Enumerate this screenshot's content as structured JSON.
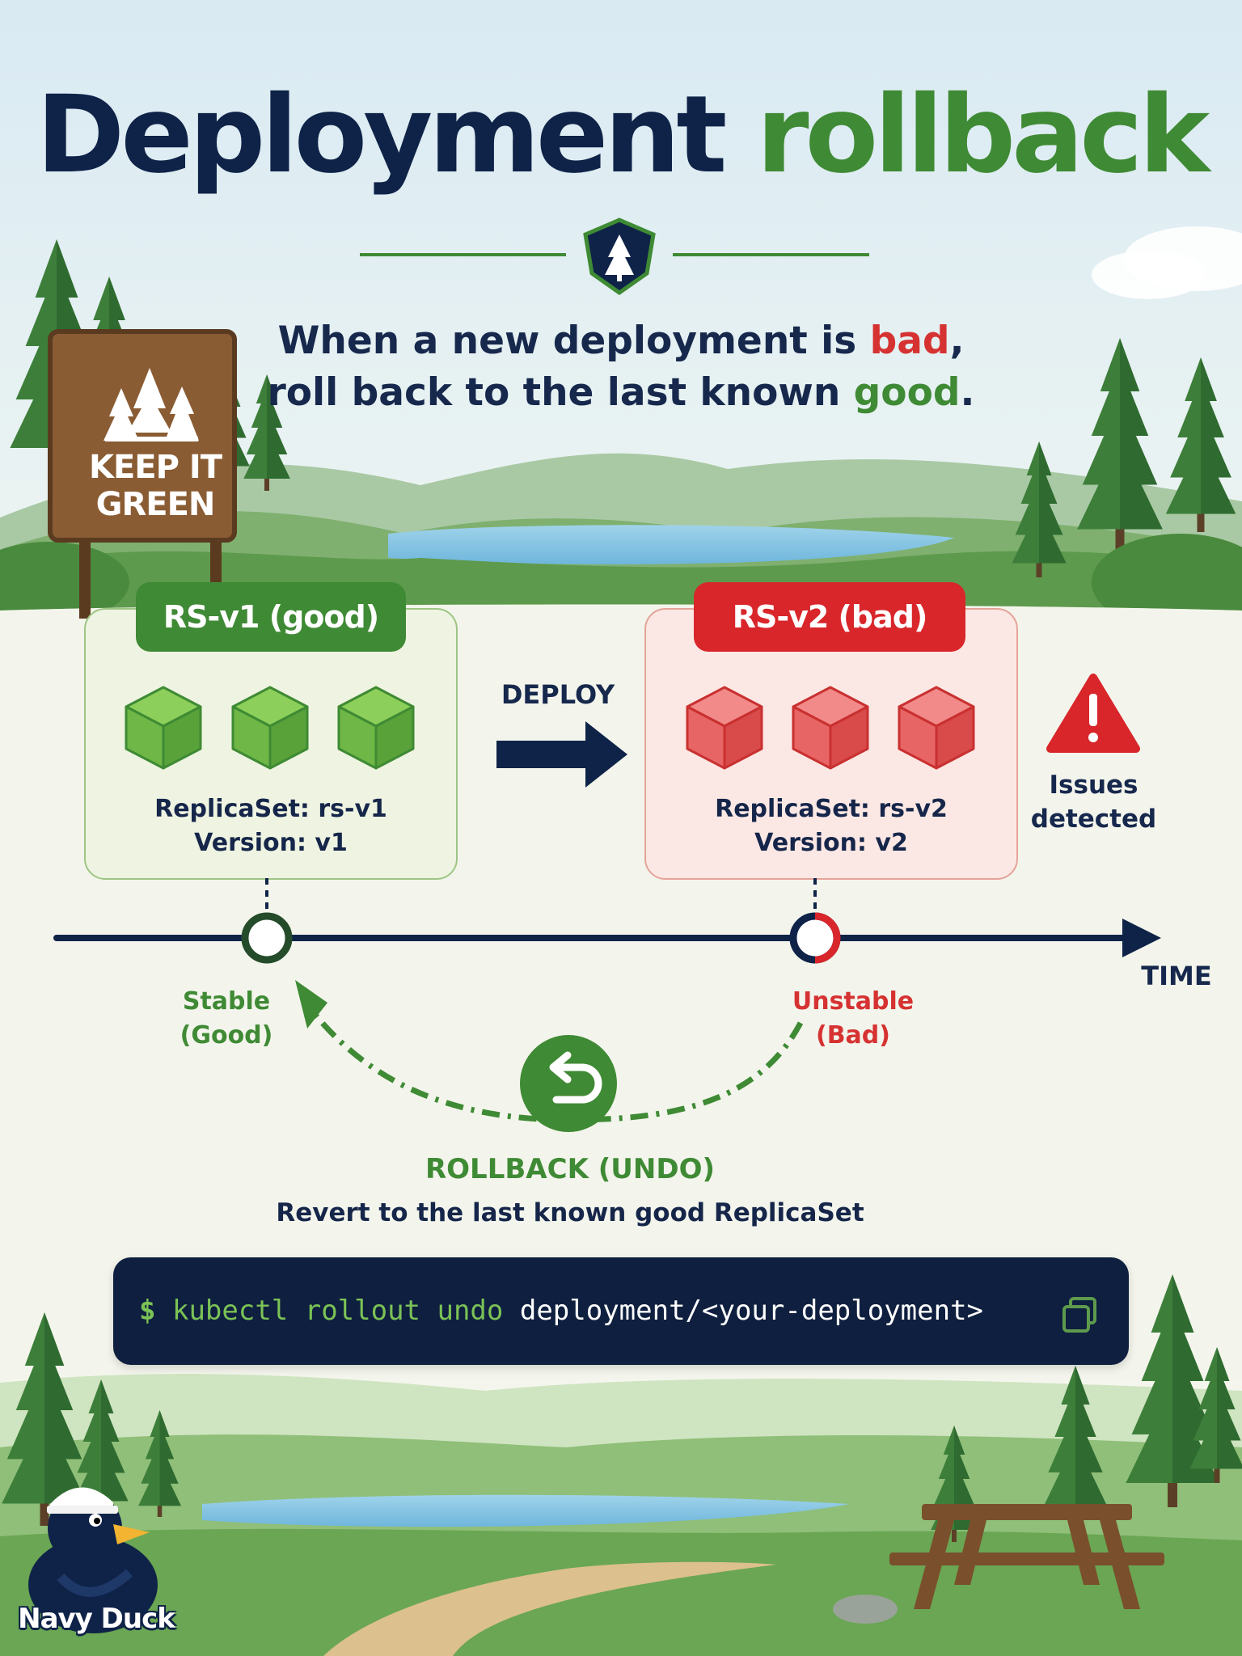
{
  "title": {
    "part1": "Deployment",
    "part2": "rollback"
  },
  "subtitle": {
    "line1_pre": "When a new deployment is ",
    "line1_bad": "bad",
    "line1_post": ",",
    "line2_pre": "roll back to the last known ",
    "line2_good": "good",
    "line2_post": "."
  },
  "sign": {
    "line1": "KEEP IT",
    "line2": "GREEN"
  },
  "replica_sets": {
    "good": {
      "badge": "RS-v1 (good)",
      "replicaset": "ReplicaSet: rs-v1",
      "version": "Version: v1"
    },
    "bad": {
      "badge": "RS-v2 (bad)",
      "replicaset": "ReplicaSet: rs-v2",
      "version": "Version: v2"
    }
  },
  "deploy_label": "DEPLOY",
  "issues": {
    "line1": "Issues",
    "line2": "detected"
  },
  "timeline": {
    "axis_label": "TIME",
    "stable_line1": "Stable",
    "stable_line2": "(Good)",
    "unstable_line1": "Unstable",
    "unstable_line2": "(Bad)"
  },
  "rollback": {
    "title": "ROLLBACK (UNDO)",
    "description": "Revert to the last known good ReplicaSet"
  },
  "command": {
    "prompt": "$",
    "kw": "kubectl rollout undo",
    "target": "deployment/<your-deployment>"
  },
  "brand": "Navy Duck",
  "colors": {
    "navy": "#0f2348",
    "green": "#3f8a34",
    "red": "#d8262a",
    "command_bg": "#0f1f3f"
  },
  "icons": {
    "header": "tree-shield-icon",
    "deploy": "arrow-right-icon",
    "warning": "warning-triangle-icon",
    "rollback": "undo-icon",
    "copy": "copy-icon"
  }
}
